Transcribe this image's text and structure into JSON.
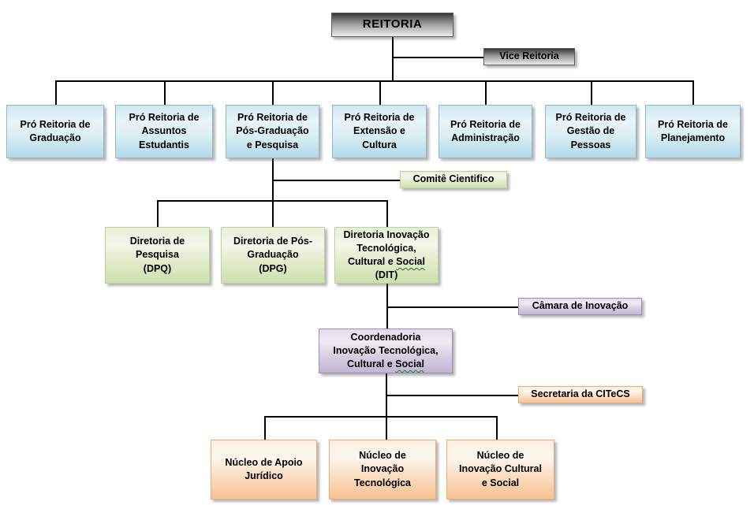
{
  "diagram_type": "org-chart",
  "colors": {
    "reitoria_gray_top": "#383838",
    "reitoria_gray_bottom": "#ebebeb",
    "pro_reitoria_blue": "#c4e2ef",
    "pro_reitoria_border": "#8fb9ca",
    "diretoria_green": "#e0eac8",
    "diretoria_border": "#bdd393",
    "coordenadoria_purple": "#d4c9e0",
    "coordenadoria_border": "#9f8cba",
    "nucleo_orange": "#f9d6ae",
    "nucleo_border": "#eeab72",
    "connector_line": "#000000",
    "spellcheck_squiggle": "#1e7d1e"
  },
  "nodes": {
    "reitoria": {
      "label": "REITORIA"
    },
    "vice_reitoria": {
      "label": "Vice Reitoria"
    },
    "pro_reitorias": [
      {
        "label": "Pró Reitoria de\nGraduação"
      },
      {
        "label": "Pró Reitoria de\nAssuntos\nEstudantis"
      },
      {
        "label": "Pró Reitoria de\nPós-Graduação\ne Pesquisa"
      },
      {
        "label": "Pró Reitoria de\nExtensão e\nCultura"
      },
      {
        "label": "Pró Reitoria de\nAdministração"
      },
      {
        "label": "Pró Reitoria de\nGestão de\nPessoas"
      },
      {
        "label": "Pró Reitoria de\nPlanejamento"
      }
    ],
    "comite_cientifico": {
      "label": "Comitê Cientifico"
    },
    "diretorias": [
      {
        "label": "Diretoria de\nPesquisa\n(DPQ)"
      },
      {
        "label": "Diretoria de Pós-\nGraduação\n(DPG)"
      },
      {
        "label_pre": "Diretoria Inovação\nTecnológica,\nCultural e ",
        "label_wavy": "Social",
        "label_post": "\n(DIT)"
      }
    ],
    "camara_inovacao": {
      "label": "Câmara de Inovação"
    },
    "coordenadoria": {
      "label_pre": "Coordenadoria\nInovação Tecnológica,\nCultural e ",
      "label_wavy": "Social",
      "label_post": ""
    },
    "secretaria_citecs": {
      "label": "Secretaria da CITeCS"
    },
    "nucleos": [
      {
        "label": "Núcleo de Apoio\nJurídico"
      },
      {
        "label": "Núcleo de\nInovação\nTecnológica"
      },
      {
        "label": "Núcleo de\nInovação Cultural\ne Social"
      }
    ]
  }
}
